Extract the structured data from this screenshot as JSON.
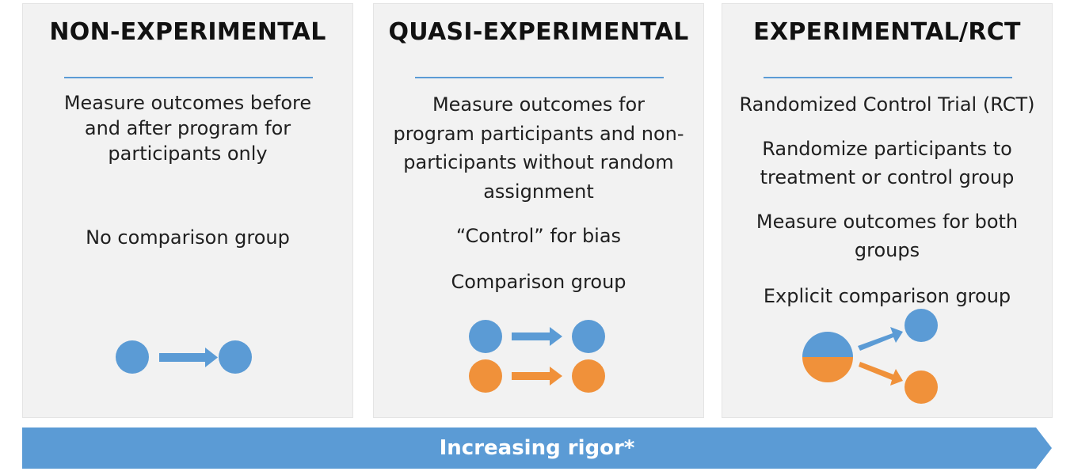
{
  "panels": [
    {
      "title": "NON-EXPERIMENTAL",
      "lines": [
        "Measure outcomes before",
        "and after program for",
        "participants only",
        "No comparison group"
      ]
    },
    {
      "title": "QUASI-EXPERIMENTAL",
      "lines": [
        "Measure outcomes for",
        "program participants and non-",
        "participants without random",
        "assignment",
        "“Control” for bias",
        "Comparison group"
      ]
    },
    {
      "title": "EXPERIMENTAL/RCT",
      "lines": [
        "Randomized Control Trial (RCT)",
        "Randomize participants to",
        "treatment or control group",
        "Measure outcomes for both",
        "groups",
        "Explicit comparison group"
      ]
    }
  ],
  "rigor_label": "Increasing rigor*",
  "colors": {
    "blue": "#5b9bd5",
    "orange": "#f0913a",
    "panel_bg": "#f2f2f2"
  }
}
